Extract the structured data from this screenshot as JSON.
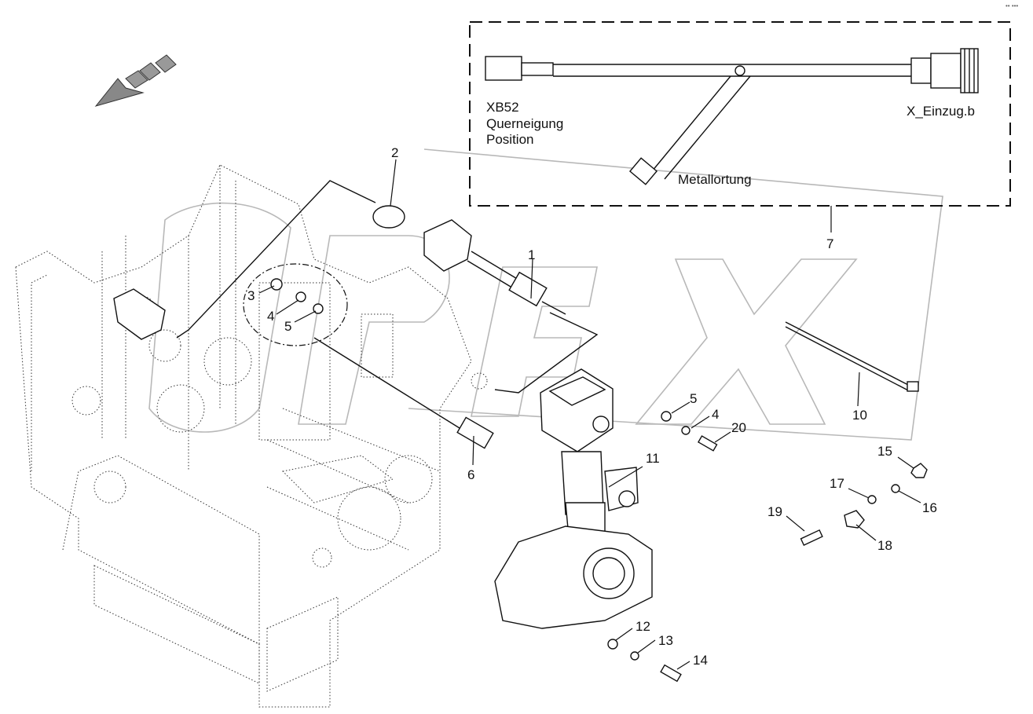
{
  "corner_mark": "•• •••",
  "callouts": [
    "1",
    "2",
    "3",
    "4",
    "5",
    "6",
    "7",
    "10",
    "11",
    "12",
    "13",
    "14",
    "15",
    "16",
    "17",
    "18",
    "19",
    "20",
    "4",
    "5"
  ],
  "harness": {
    "connector_left": "XB52",
    "connector_left_line2": "Querneigung",
    "connector_left_line3": "Position",
    "connector_right": "X_Einzug.b",
    "ground": "Metallortung"
  }
}
